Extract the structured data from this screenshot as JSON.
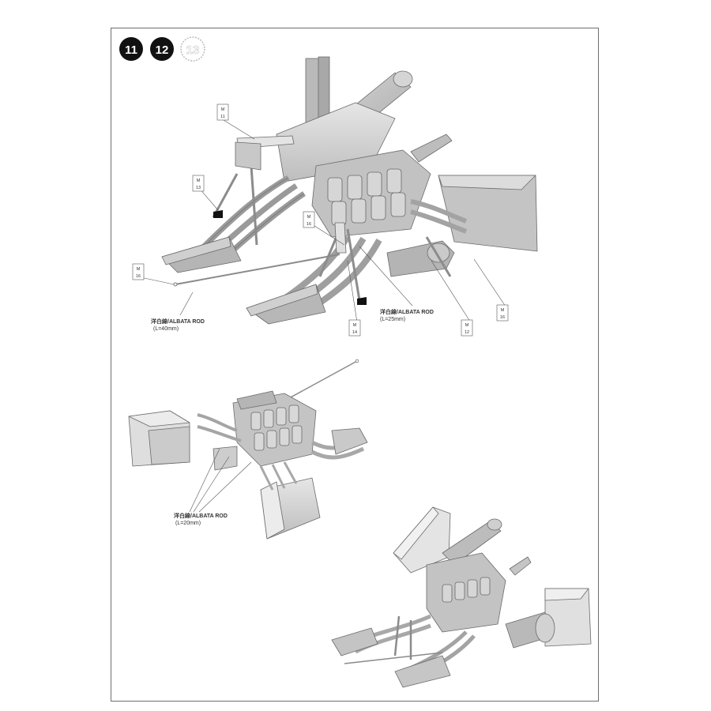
{
  "steps": [
    "11",
    "12",
    "13"
  ],
  "callouts": {
    "m11": {
      "top": "M",
      "bottom": "11"
    },
    "m13": {
      "top": "M",
      "bottom": "13"
    },
    "m16a": {
      "top": "M",
      "bottom": "16"
    },
    "m16b": {
      "top": "M",
      "bottom": "16"
    },
    "m16c": {
      "top": "M",
      "bottom": "16"
    },
    "m14": {
      "top": "M",
      "bottom": "14"
    },
    "m12": {
      "top": "M",
      "bottom": "12"
    }
  },
  "rods": {
    "rod40": {
      "line1": "洋白線/ALBATA ROD",
      "line2": "(L=40mm)"
    },
    "rod25": {
      "line1": "洋白線/ALBATA ROD",
      "line2": "(L=25mm)"
    },
    "rod20": {
      "line1": "洋白線/ALBATA ROD",
      "line2": "(L=20mm)"
    }
  },
  "colors": {
    "part_fill": "#c9c9c9",
    "part_dark": "#8f8f8f",
    "part_light": "#e2e2e2",
    "outline": "#6a6a6a",
    "step_badge": "#111111"
  }
}
